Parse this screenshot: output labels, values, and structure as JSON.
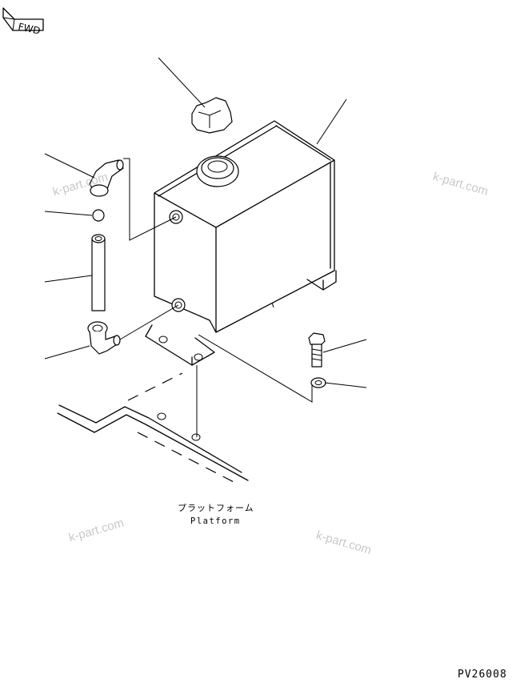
{
  "direction_marker": {
    "label": "FWD",
    "icon": "forward-arrow-icon"
  },
  "platform_label": {
    "japanese": "プラットフォーム",
    "english": "Platform"
  },
  "drawing_code": "PV26008",
  "watermark": "k-part.com",
  "parts": [
    "hydraulic-tank",
    "filler-cap",
    "elbow-upper",
    "o-ring",
    "hose",
    "elbow-lower",
    "bolt",
    "washer",
    "platform"
  ]
}
